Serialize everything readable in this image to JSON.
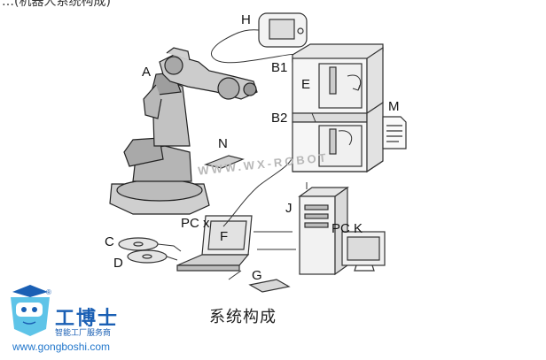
{
  "header": {
    "clipped_text": "…(机器人系统构成)"
  },
  "labels": {
    "A": "A",
    "B1": "B1",
    "B2": "B2",
    "C": "C",
    "D": "D",
    "E": "E",
    "F": "F",
    "G": "G",
    "H": "H",
    "J": "J",
    "M": "M",
    "N": "N",
    "PCx": "PC x",
    "PCK": "PC K"
  },
  "caption": "系统构成",
  "watermark": "WWW.WX-ROBOT",
  "logo": {
    "title": "工博士",
    "subtitle": "智能工厂服务商",
    "url": "www.gongboshi.com",
    "registered": "®"
  },
  "colors": {
    "line": "#333333",
    "logo_blue": "#1a5fb4",
    "mascot_cyan": "#5ec4e8"
  }
}
